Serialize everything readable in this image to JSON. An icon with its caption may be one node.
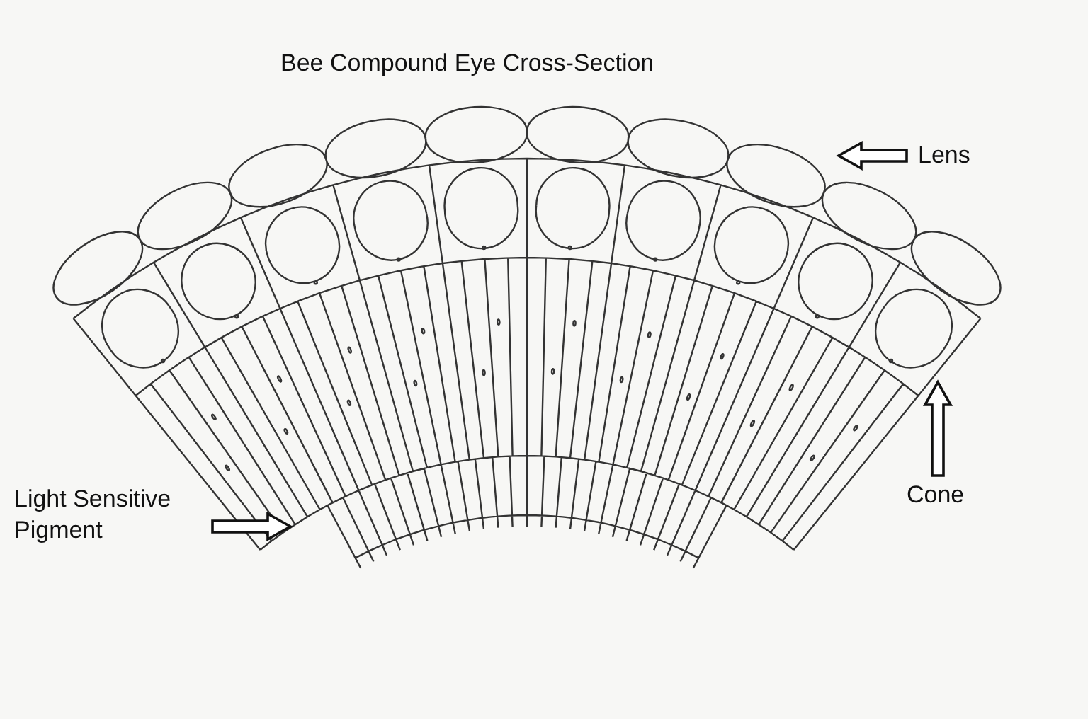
{
  "diagram": {
    "title": "Bee Compound Eye Cross-Section",
    "nodes": [
      {
        "text": [
          "Lens"
        ]
      },
      {
        "text": [
          "Cone"
        ]
      },
      {
        "text": [
          "Light Sensitive Pigment"
        ]
      }
    ],
    "edges": [
      {
        "from": 0,
        "to": null,
        "arrow": "to"
      },
      {
        "from": 1,
        "to": null,
        "arrow": "to"
      },
      {
        "from": 2,
        "to": null,
        "arrow": "to"
      }
    ]
  }
}
